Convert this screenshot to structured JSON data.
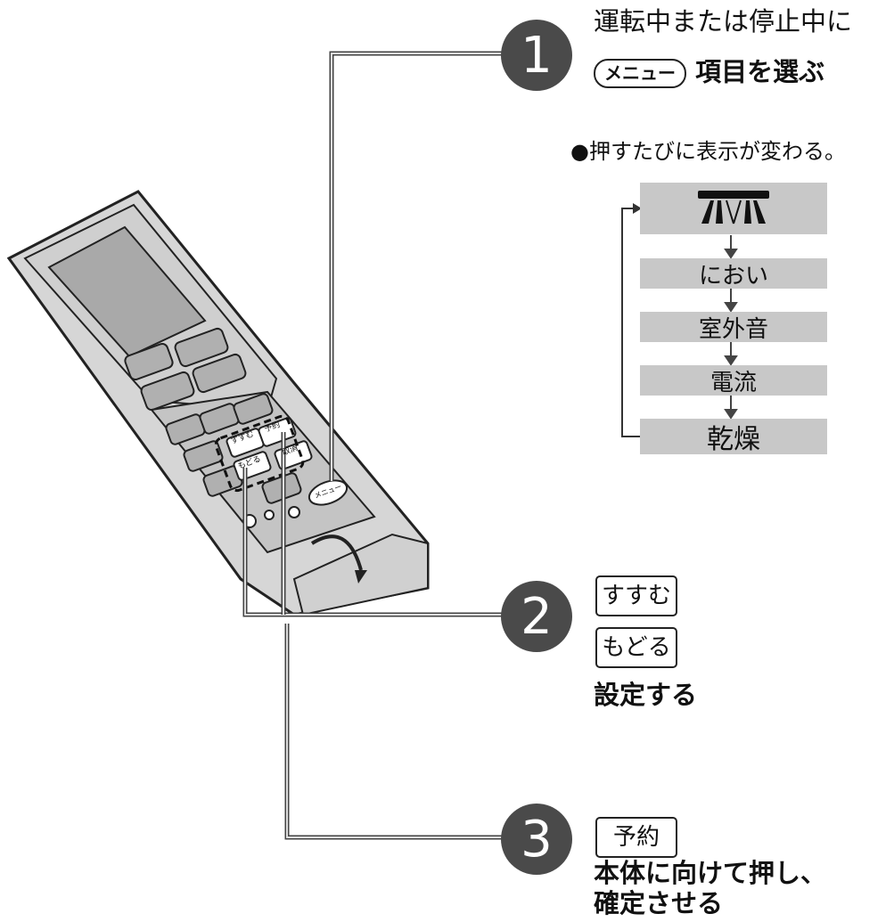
{
  "step1": {
    "number": "1",
    "line1": "運転中または停止中に",
    "button": "メニュー",
    "line2": "項目を選ぶ",
    "note": "●押すたびに表示が変わる。"
  },
  "menu_items": {
    "item1_icon": "airflow-icon",
    "item2": "におい",
    "item3": "室外音",
    "item4": "電流",
    "item5": "乾燥"
  },
  "step2": {
    "number": "2",
    "button_a": "すすむ",
    "button_b": "もどる",
    "text": "設定する"
  },
  "step3": {
    "number": "3",
    "button": "予約",
    "line1": "本体に向けて押し、",
    "line2": "確定させる"
  },
  "remote": {
    "btn_susumu": "すすむ",
    "btn_modoru": "もどる",
    "btn_yoyaku": "予約",
    "btn_torikeshi": "取消",
    "btn_menu": "メニュー"
  }
}
